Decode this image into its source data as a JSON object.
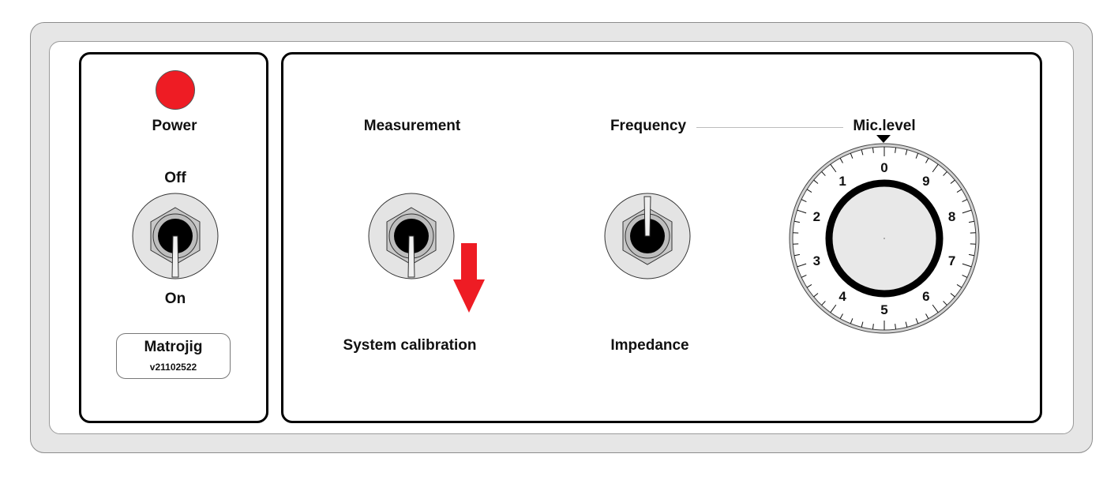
{
  "power": {
    "label": "Power",
    "led_color": "#ee1c24",
    "state": "on"
  },
  "power_switch": {
    "top_label": "Off",
    "bottom_label": "On",
    "position": "down"
  },
  "brand": {
    "name": "Matrojig",
    "version": "v21102522"
  },
  "mode_switch": {
    "top_label": "Measurement",
    "bottom_label": "System calibration",
    "position": "down",
    "indicator_icon": "red-down-arrow-icon"
  },
  "signal_switch": {
    "top_label": "Frequency",
    "bottom_label": "Impedance",
    "position": "up"
  },
  "mic_level": {
    "label": "Mic.level",
    "dial_numbers": [
      "0",
      "1",
      "2",
      "3",
      "4",
      "5",
      "6",
      "7",
      "8",
      "9"
    ],
    "pointer_icon": "triangle-pointer-icon"
  },
  "colors": {
    "accent": "#ee1c24",
    "panel_border": "#000000",
    "bezel": "#e6e6e6"
  }
}
